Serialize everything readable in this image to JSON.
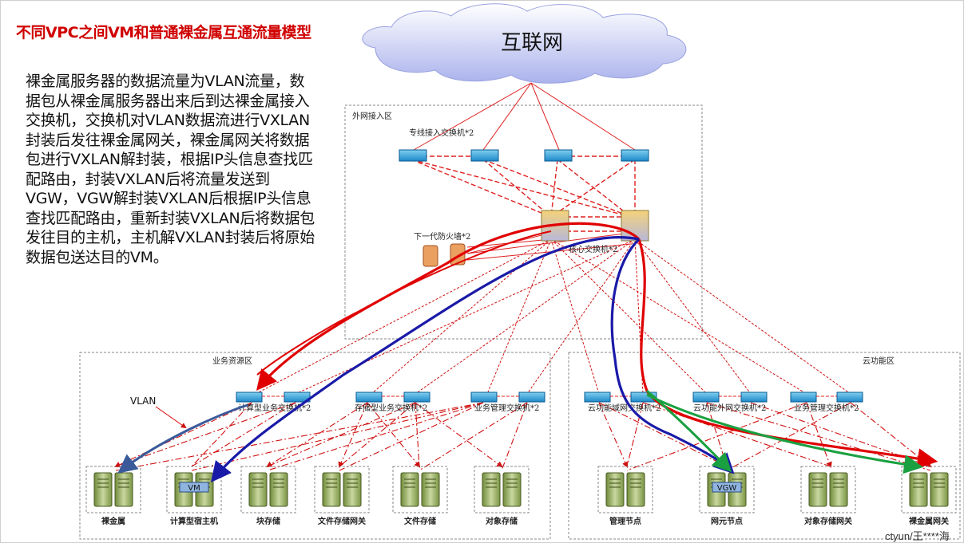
{
  "title": "不同VPC之间VM和普通裸金属互通流量模型",
  "paragraph": "裸金属服务器的数据流量为VLAN流量，数据包从裸金属服务器出来后到达裸金属接入交换机，交换机对VLAN数据流进行VXLAN封装后发往裸金属网关，裸金属网关将数据包进行VXLAN解封装，根据IP头信息查找匹配路由，封装VXLAN后将流量发送到VGW，VGW解封装VXLAN后根据IP头信息查找匹配路由，重新封装VXLAN后将数据包发往目的主机，主机解VXLAN封装后将原始数据包送达目的VM。",
  "cloud_label": "互联网",
  "zones": {
    "external": "外网接入区",
    "business": "业务资源区",
    "cloud": "云功能区"
  },
  "devices": {
    "dedicated_switch": "专线接入交换机*2",
    "firewall": "下一代防火墙*2",
    "core_switch": "核心交换机*2",
    "compute_switch": "计算型业务交换机*2",
    "storage_switch": "存储型业务交换机*2",
    "mgmt_switch": "业务管理交换机*2",
    "cloud_core_switch": "云功能域网交换机*2",
    "cloud_ext_switch": "云功能外网交换机*2",
    "biz_mgmt_switch": "业务管理交换机*2"
  },
  "servers": {
    "bare_metal": "裸金属",
    "compute_host": "计算型宿主机",
    "block_storage": "块存储",
    "file_gateway": "文件存储网关",
    "file_storage": "文件存储",
    "object_storage": "对象存储",
    "mgmt_node": "管理节点",
    "network_node": "网元节点",
    "object_gateway": "对象存储网关",
    "bm_gateway": "裸金属网关"
  },
  "tags": {
    "vlan": "VLAN",
    "vm": "VM",
    "vgw": "VGW"
  },
  "watermark": "ctyun/王****海",
  "colors": {
    "title": "#d00000",
    "flow_red": "#e00000",
    "flow_blue": "#1a1aa8",
    "flow_green": "#1aa040",
    "vlan_arrow": "#3a5a9a"
  }
}
